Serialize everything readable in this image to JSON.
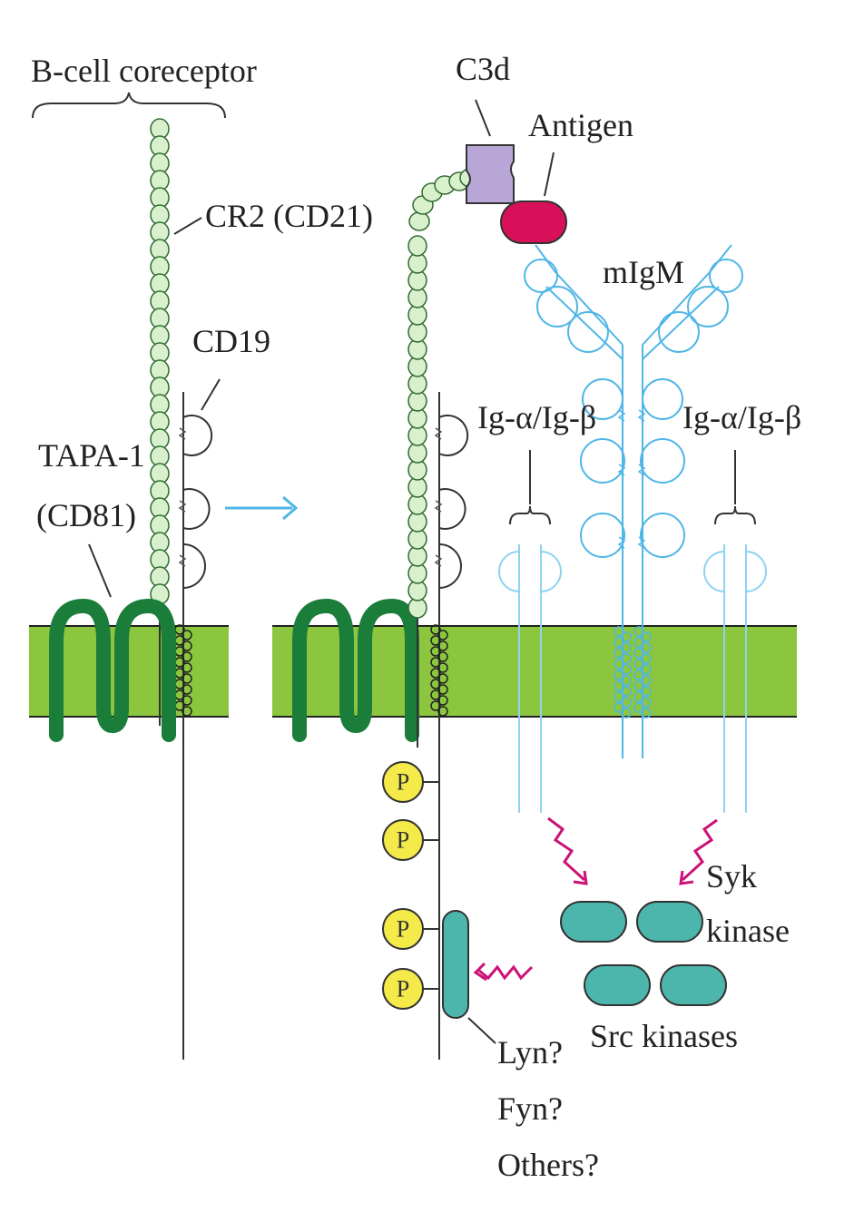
{
  "labels": {
    "coreceptor": "B-cell coreceptor",
    "cr2": "CR2 (CD21)",
    "cd19": "CD19",
    "tapa1_line1": "TAPA-1",
    "tapa1_line2": "(CD81)",
    "c3d": "C3d",
    "antigen": "Antigen",
    "migm": "mIgM",
    "ig_ab_left": "Ig-α/Ig-β",
    "ig_ab_right": "Ig-α/Ig-β",
    "syk_line1": "Syk",
    "syk_line2": "kinase",
    "src": "Src kinases",
    "lyn": "Lyn?",
    "fyn": "Fyn?",
    "others": "Others?",
    "phospho": "P"
  },
  "colors": {
    "membrane": "#8cc63f",
    "tapa": "#1b7d3a",
    "cr2_bead": "#d8f0cc",
    "c3d": "#b8a7d6",
    "antigen": "#d8105a",
    "igm": "#4fb6e6",
    "igab": "#8fd3f2",
    "phospho": "#f4ea4a",
    "kinase": "#4db6ac",
    "signal_arrow": "#cc1177",
    "reaction_arrow": "#4fb6e6",
    "line": "#333333"
  }
}
